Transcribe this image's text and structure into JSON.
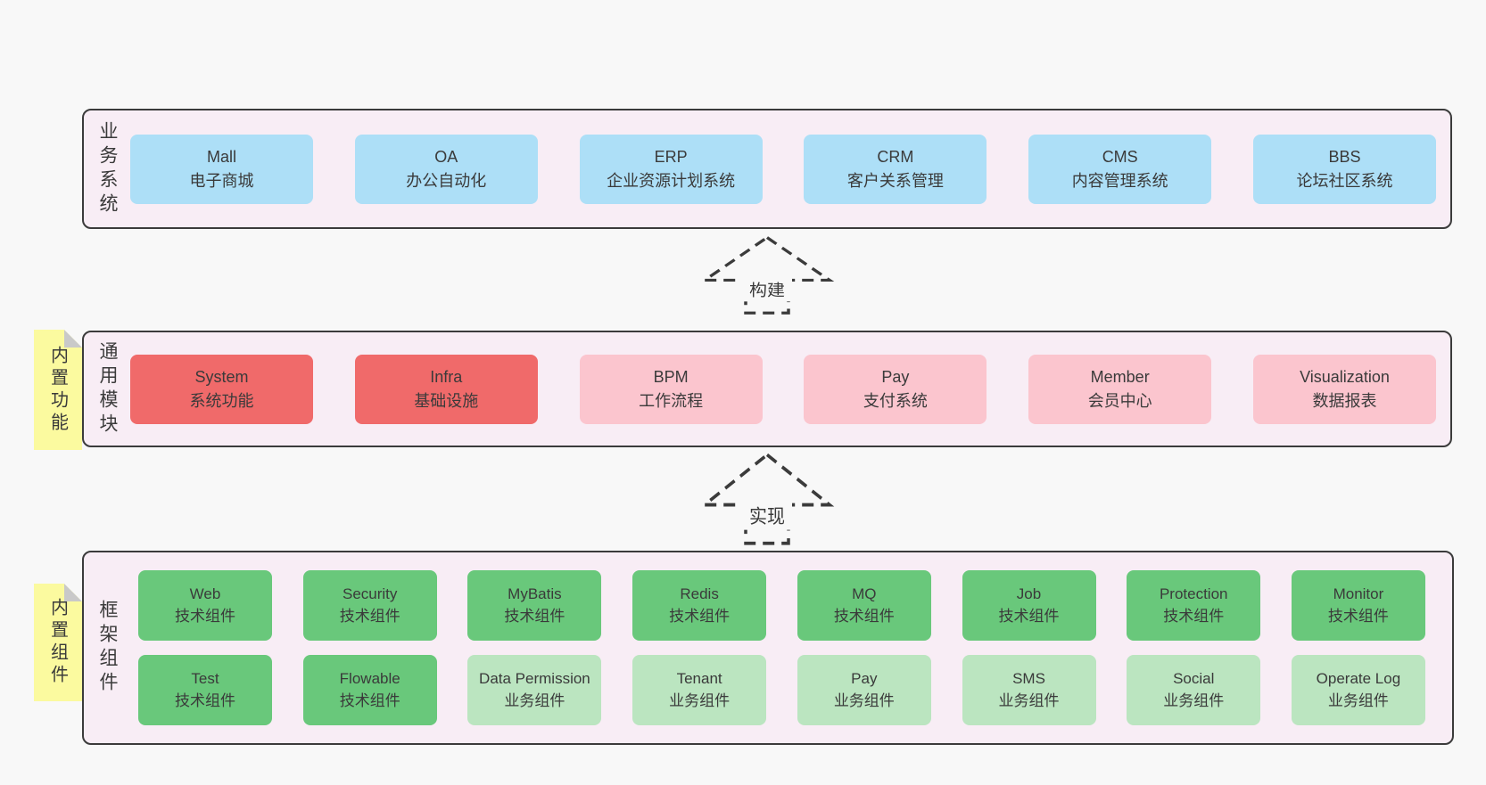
{
  "diagram": {
    "colors": {
      "page_bg": "#f8f8f8",
      "band_bg": "#f8edf5",
      "band_border": "#3b3b3b",
      "text": "#3a3a3a",
      "blue": "#addff7",
      "red": "#f06a6a",
      "pink": "#fbc5ce",
      "green": "#69c87b",
      "lightgreen": "#bbe5c0",
      "sticky_yellow": "#fbfa9f",
      "sticky_fold": "#c9c9c9"
    },
    "arrows": [
      {
        "label": "构建"
      },
      {
        "label": "实现"
      }
    ],
    "bands": [
      {
        "name": "business-systems",
        "side_label": "业务系统",
        "rows": [
          [
            {
              "title": "Mall",
              "subtitle": "电子商城",
              "color": "blue"
            },
            {
              "title": "OA",
              "subtitle": "办公自动化",
              "color": "blue"
            },
            {
              "title": "ERP",
              "subtitle": "企业资源计划系统",
              "color": "blue"
            },
            {
              "title": "CRM",
              "subtitle": "客户关系管理",
              "color": "blue"
            },
            {
              "title": "CMS",
              "subtitle": "内容管理系统",
              "color": "blue"
            },
            {
              "title": "BBS",
              "subtitle": "论坛社区系统",
              "color": "blue"
            }
          ]
        ]
      },
      {
        "name": "common-modules",
        "side_label": "通用模块",
        "sticky_note": "内置功能",
        "rows": [
          [
            {
              "title": "System",
              "subtitle": "系统功能",
              "color": "red"
            },
            {
              "title": "Infra",
              "subtitle": "基础设施",
              "color": "red"
            },
            {
              "title": "BPM",
              "subtitle": "工作流程",
              "color": "pink"
            },
            {
              "title": "Pay",
              "subtitle": "支付系统",
              "color": "pink"
            },
            {
              "title": "Member",
              "subtitle": "会员中心",
              "color": "pink"
            },
            {
              "title": "Visualization",
              "subtitle": "数据报表",
              "color": "pink"
            }
          ]
        ]
      },
      {
        "name": "framework-components",
        "side_label": "框架组件",
        "sticky_note": "内置组件",
        "rows": [
          [
            {
              "title": "Web",
              "subtitle": "技术组件",
              "color": "green"
            },
            {
              "title": "Security",
              "subtitle": "技术组件",
              "color": "green"
            },
            {
              "title": "MyBatis",
              "subtitle": "技术组件",
              "color": "green"
            },
            {
              "title": "Redis",
              "subtitle": "技术组件",
              "color": "green"
            },
            {
              "title": "MQ",
              "subtitle": "技术组件",
              "color": "green"
            },
            {
              "title": "Job",
              "subtitle": "技术组件",
              "color": "green"
            },
            {
              "title": "Protection",
              "subtitle": "技术组件",
              "color": "green"
            },
            {
              "title": "Monitor",
              "subtitle": "技术组件",
              "color": "green"
            }
          ],
          [
            {
              "title": "Test",
              "subtitle": "技术组件",
              "color": "green"
            },
            {
              "title": "Flowable",
              "subtitle": "技术组件",
              "color": "green"
            },
            {
              "title": "Data Permission",
              "subtitle": "业务组件",
              "color": "lightgreen"
            },
            {
              "title": "Tenant",
              "subtitle": "业务组件",
              "color": "lightgreen"
            },
            {
              "title": "Pay",
              "subtitle": "业务组件",
              "color": "lightgreen"
            },
            {
              "title": "SMS",
              "subtitle": "业务组件",
              "color": "lightgreen"
            },
            {
              "title": "Social",
              "subtitle": "业务组件",
              "color": "lightgreen"
            },
            {
              "title": "Operate Log",
              "subtitle": "业务组件",
              "color": "lightgreen"
            }
          ]
        ]
      }
    ]
  }
}
